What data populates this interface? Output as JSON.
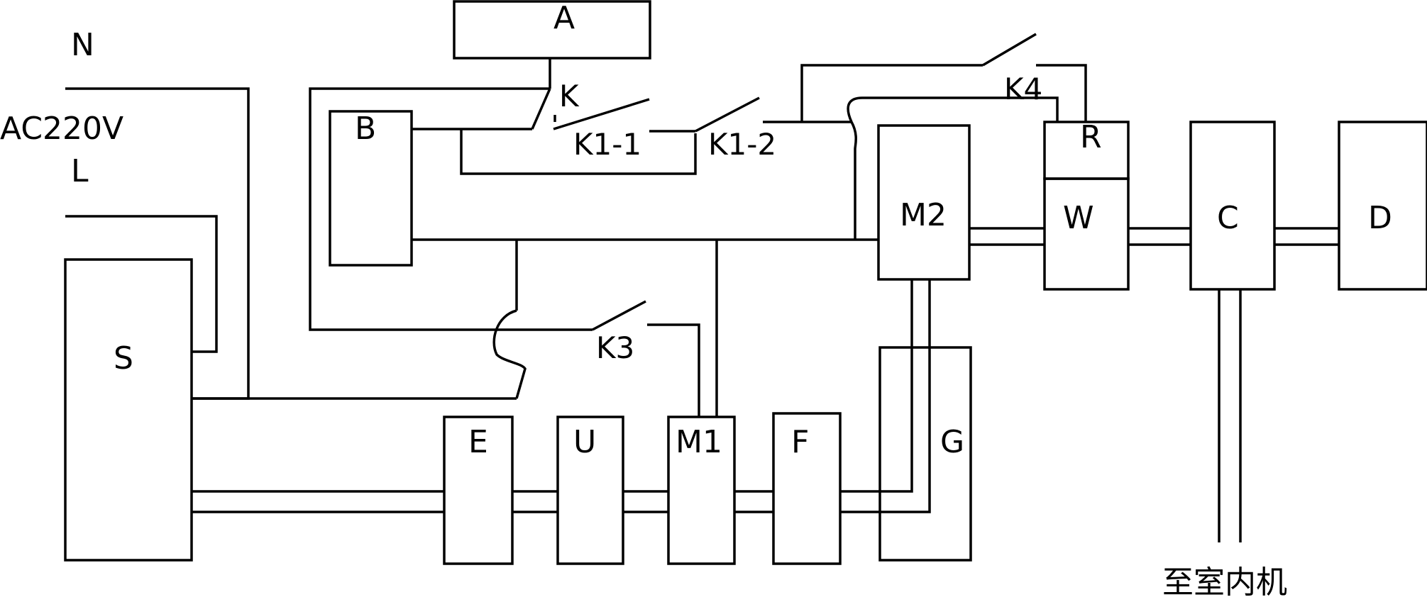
{
  "supply": {
    "neutral": "N",
    "voltage": "AC220V",
    "live": "L"
  },
  "blocks": {
    "A": "A",
    "B": "B",
    "S": "S",
    "M2": "M2",
    "R": "R",
    "W": "W",
    "C": "C",
    "D": "D",
    "E": "E",
    "U": "U",
    "M1": "M1",
    "F": "F",
    "G": "G"
  },
  "switches": {
    "K": "K",
    "K1_1": "K1-1",
    "K1_2": "K1-2",
    "K3": "K3",
    "K4": "K4"
  },
  "destination": "至室内机"
}
